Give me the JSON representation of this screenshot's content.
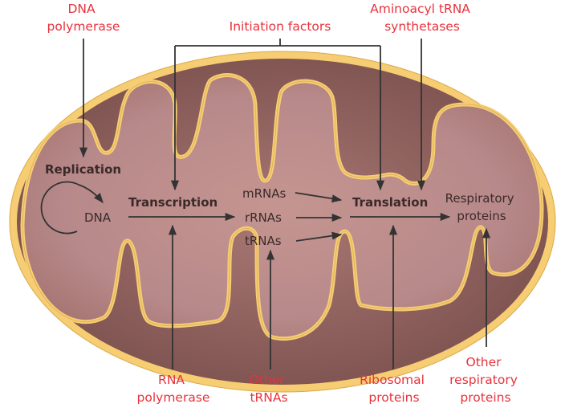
{
  "diagram": {
    "title": "Mitochondrial genetic system and nuclear-encoded factors",
    "colors": {
      "label_red": "#e8323c",
      "text_dark": "#3b2a2a",
      "membrane": "#f6cd72",
      "matrix": "#b98a84",
      "intermembrane": "#8c5f5b",
      "arrow": "#333333"
    },
    "external_labels": {
      "dna_polymerase": [
        "DNA",
        "polymerase"
      ],
      "initiation_factors": [
        "Initiation factors"
      ],
      "aminoacyl_trna": [
        "Aminoacyl tRNA",
        "synthetases"
      ],
      "rna_polymerase": [
        "RNA",
        "polymerase"
      ],
      "other_trnas": [
        "Other",
        "tRNAs"
      ],
      "ribosomal_proteins": [
        "Ribosomal",
        "proteins"
      ],
      "other_respiratory": [
        "Other",
        "respiratory",
        "proteins"
      ]
    },
    "processes": {
      "replication": "Replication",
      "transcription": "Transcription",
      "translation": "Translation"
    },
    "molecules": {
      "dna": "DNA",
      "mrnas": "mRNAs",
      "rrnas": "rRNAs",
      "trnas": "tRNAs",
      "respiratory_proteins": [
        "Respiratory",
        "proteins"
      ]
    }
  }
}
